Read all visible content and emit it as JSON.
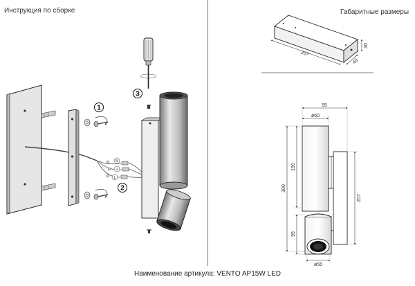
{
  "headings": {
    "assembly": "Инструкция по сборке",
    "dimensions": "Габаритные размеры"
  },
  "steps": [
    "1",
    "2",
    "3"
  ],
  "wire_labels": [
    "N",
    "⏚",
    "L"
  ],
  "dimensions": {
    "box_length": "207",
    "box_width": "40",
    "box_height": "30",
    "top_width": "95",
    "diameter_upper": "ø60",
    "height_upper": "190",
    "total_height": "300",
    "lower_height": "95",
    "plate_height": "207",
    "diameter_lower": "ø55"
  },
  "footer": {
    "label": "Наименование артикула:",
    "article": "VENTO AP15W LED"
  }
}
